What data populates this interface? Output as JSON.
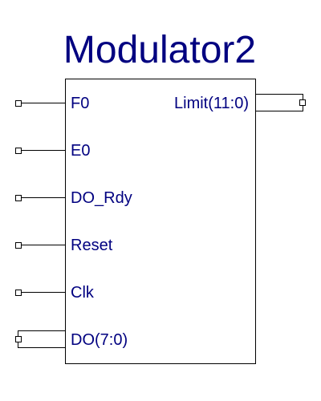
{
  "symbol": {
    "title": "Modulator2",
    "title_color": "#000080",
    "label_color": "#000080",
    "line_color": "#000000"
  },
  "inputs": [
    {
      "name": "F0",
      "bus": false
    },
    {
      "name": "E0",
      "bus": false
    },
    {
      "name": "DO_Rdy",
      "bus": false
    },
    {
      "name": "Reset",
      "bus": false
    },
    {
      "name": "Clk",
      "bus": false
    },
    {
      "name": "DO(7:0)",
      "bus": true
    }
  ],
  "outputs": [
    {
      "name": "Limit(11:0)",
      "bus": true
    }
  ]
}
